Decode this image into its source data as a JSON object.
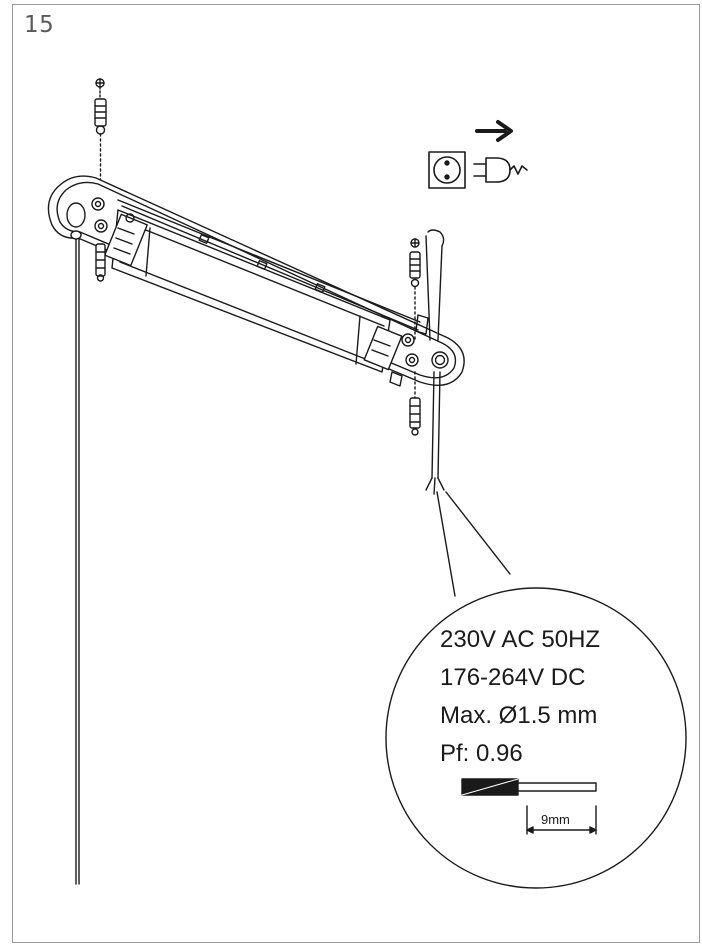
{
  "step_number": "15",
  "specs": [
    "230V AC 50HZ",
    "176-264V DC",
    "Max. Ø1.5 mm",
    "Pf: 0.96"
  ],
  "strip_length": "9mm",
  "icons": [
    "arrow-right-icon",
    "wall-socket-icon",
    "power-plug-icon",
    "screw-icon",
    "wall-anchor-icon"
  ],
  "colors": {
    "line": "#1a1a1a",
    "frame": "#9a9a9a",
    "fill_dark": "#1a1a1a"
  }
}
